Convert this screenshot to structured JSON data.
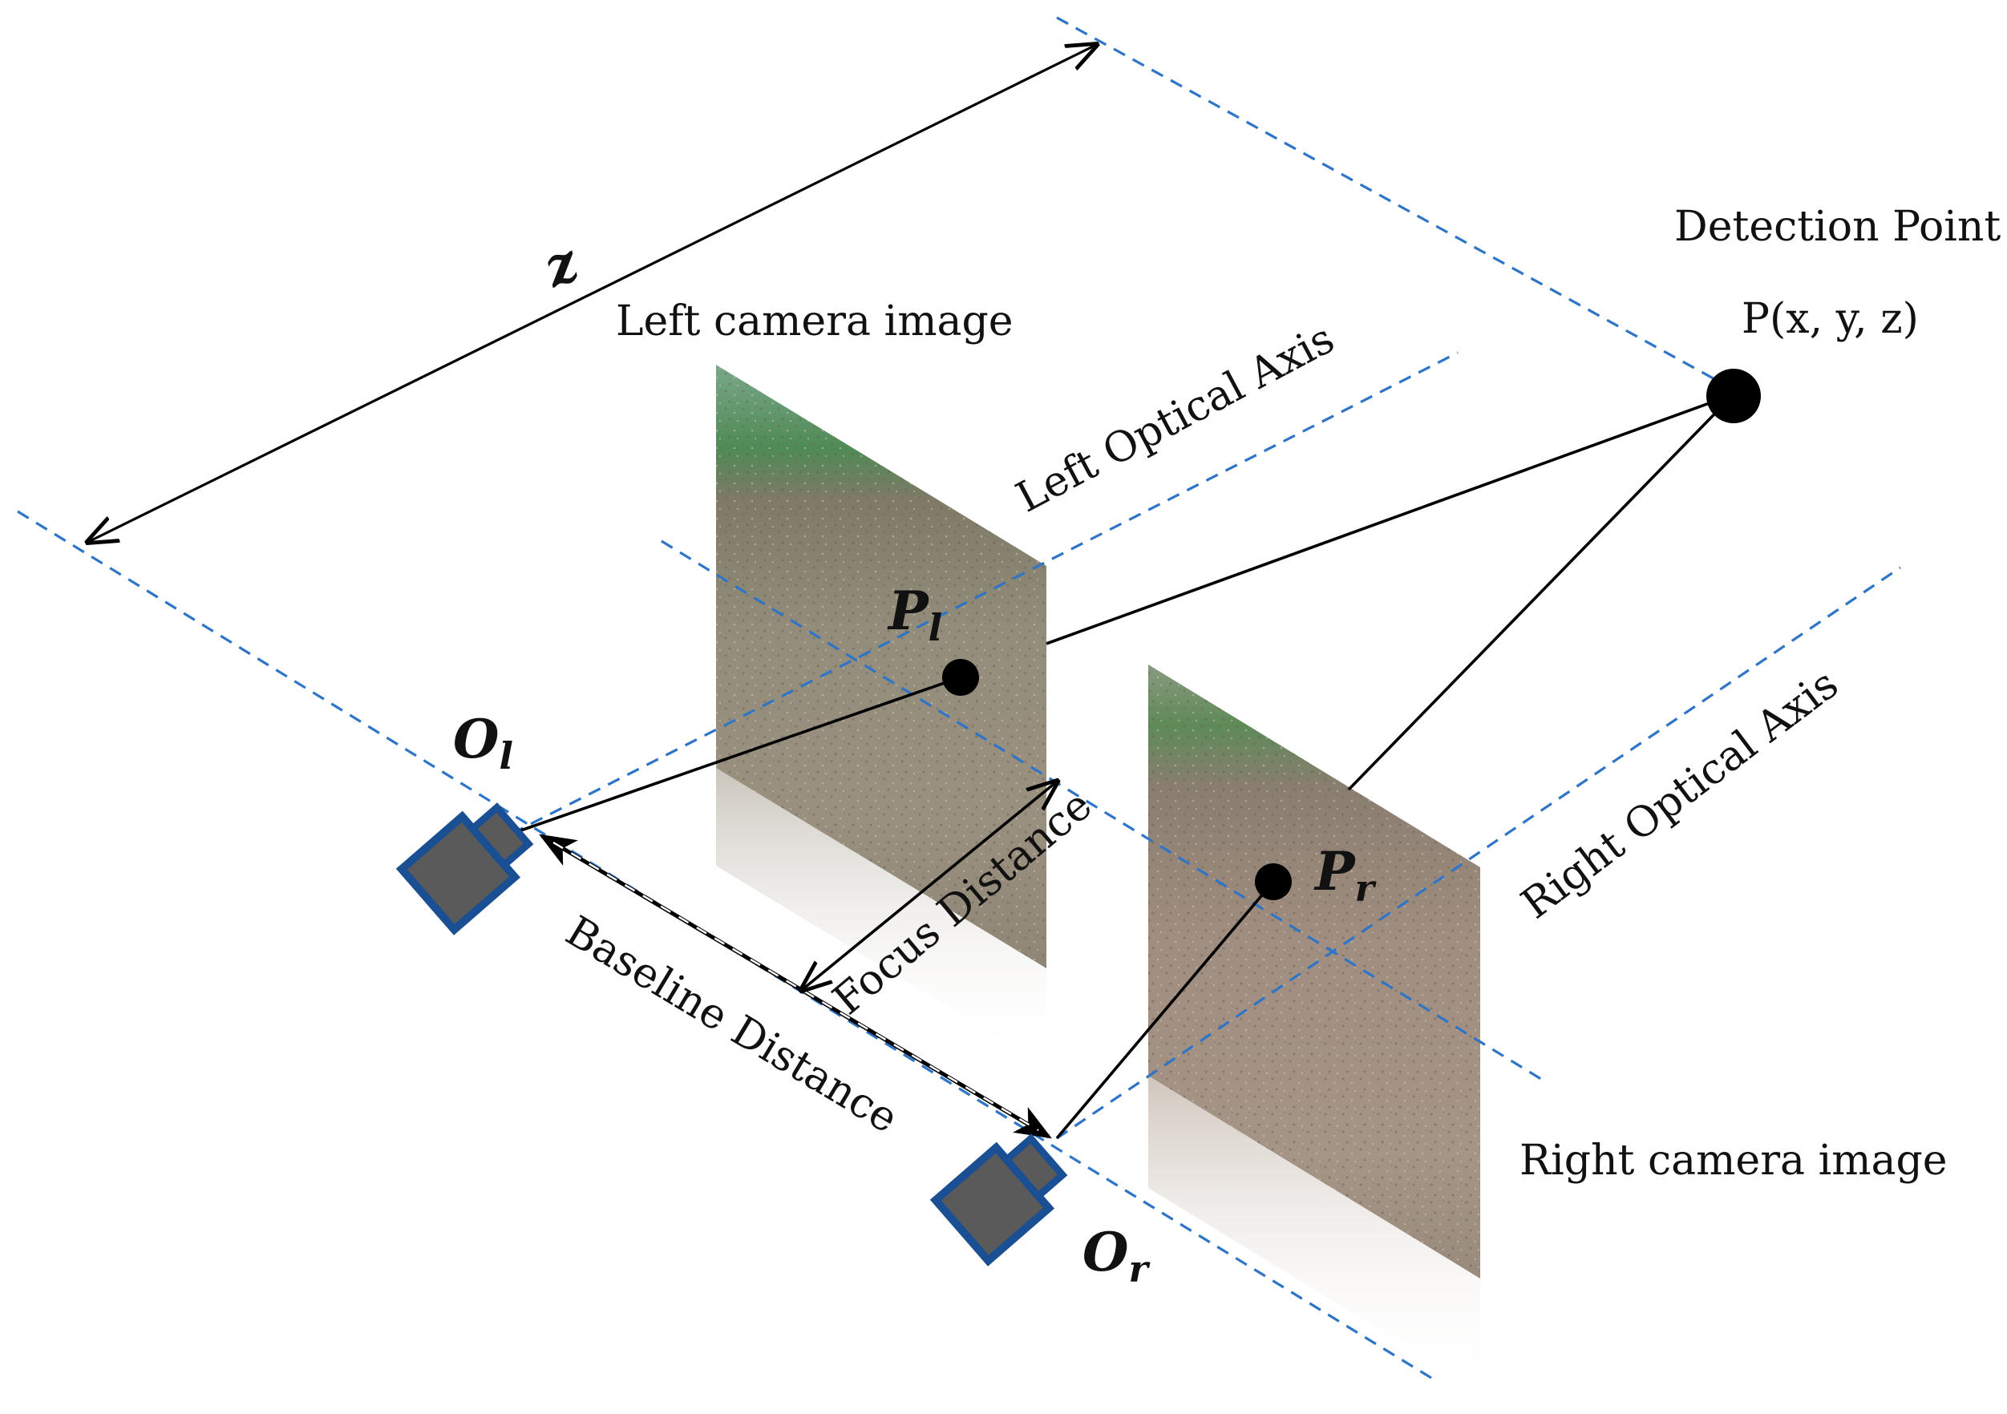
{
  "labels": {
    "z": "z",
    "left_camera_image": "Left camera image",
    "right_camera_image": "Right camera image",
    "left_optical_axis": "Left Optical Axis",
    "right_optical_axis": "Right Optical Axis",
    "detection_point": "Detection Point",
    "point_coords": "P(x, y, z)",
    "focus_distance": "Focus Distance",
    "baseline_distance": "Baseline Distance"
  },
  "symbols": {
    "left_point": {
      "base": "P",
      "sub": "l"
    },
    "right_point": {
      "base": "P",
      "sub": "r"
    },
    "left_origin": {
      "base": "O",
      "sub": "l"
    },
    "right_origin": {
      "base": "O",
      "sub": "r"
    }
  },
  "colors": {
    "axis": "#2e75c8",
    "camera_fill": "#5a5a5a",
    "camera_border": "#1a4f94",
    "ray": "#000000"
  },
  "icons": [
    "camera-icon"
  ]
}
